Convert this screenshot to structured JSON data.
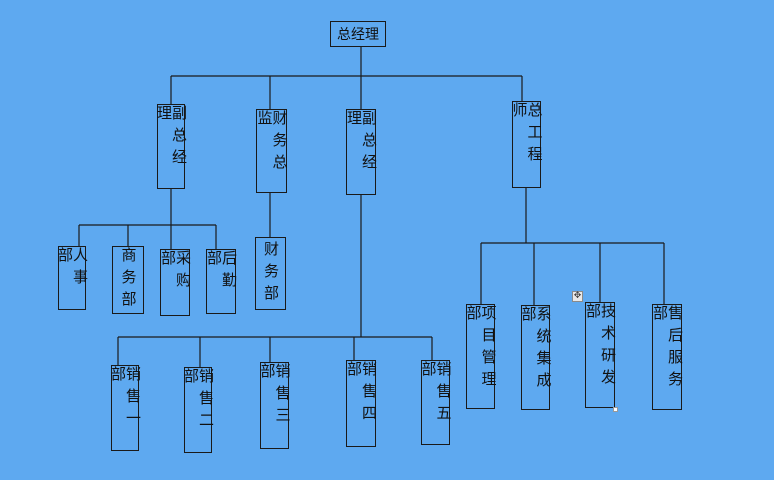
{
  "org": {
    "ceo": "总经理",
    "vp1": "副总经理",
    "cfo": "财务总监",
    "vp2": "副总经理",
    "cto": "总工程师",
    "hr": "人事部",
    "commerce": "商务部",
    "purchase": "采购部",
    "logistics": "后勤部",
    "finance": "财务部",
    "sales1": "销售一部",
    "sales2": "销售二部",
    "sales3": "销售三部",
    "sales4": "销售四部",
    "sales5": "销售五部",
    "project": "项目管理部",
    "integration": "系统集成部",
    "rnd": "技术研发部",
    "aftersales": "售后服务部"
  },
  "colors": {
    "background": "#5ea9f0",
    "line": "#1a1a1a"
  }
}
